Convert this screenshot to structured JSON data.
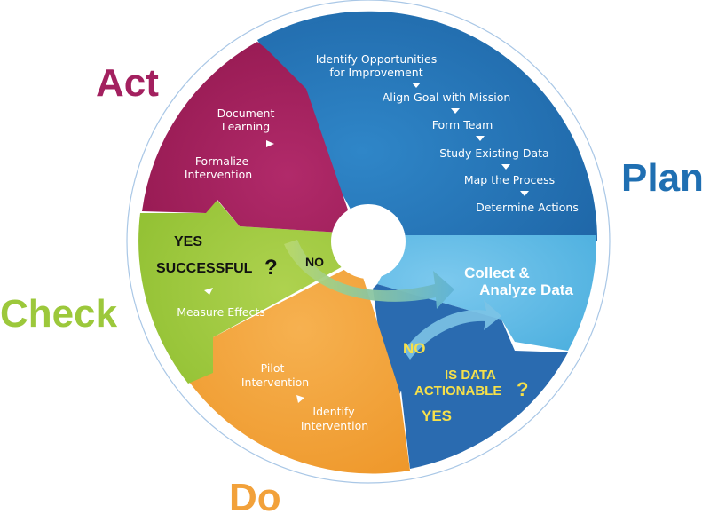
{
  "phases": {
    "plan": {
      "label": "Plan",
      "color": "#1f6fb2"
    },
    "do": {
      "label": "Do",
      "color": "#f2a13a"
    },
    "check": {
      "label": "Check",
      "color": "#9cc83b"
    },
    "act": {
      "label": "Act",
      "color": "#a3205f"
    },
    "collect": {
      "label_line1": "Collect &",
      "label_line2": "Analyze Data",
      "color": "#5fb8e3"
    }
  },
  "plan_steps": [
    {
      "line1": "Identify Opportunities",
      "line2": "for Improvement"
    },
    {
      "line1": "Align Goal with Mission"
    },
    {
      "line1": "Form Team"
    },
    {
      "line1": "Study Existing Data"
    },
    {
      "line1": "Map the Process"
    },
    {
      "line1": "Determine Actions"
    }
  ],
  "do_steps": [
    {
      "line1": "Pilot",
      "line2": "Intervention"
    },
    {
      "line1": "Identify",
      "line2": "Intervention"
    }
  ],
  "check_steps": [
    {
      "line1": "Measure Effects"
    }
  ],
  "act_steps": [
    {
      "line1": "Document",
      "line2": "Learning"
    },
    {
      "line1": "Formalize",
      "line2": "Intervention"
    }
  ],
  "decisions": {
    "successful": {
      "question": "SUCCESSFUL",
      "mark": "?",
      "yes": "YES",
      "no": "NO"
    },
    "actionable": {
      "line1": "IS DATA",
      "line2": "ACTIONABLE",
      "mark": "?",
      "yes": "YES",
      "no": "NO"
    }
  }
}
